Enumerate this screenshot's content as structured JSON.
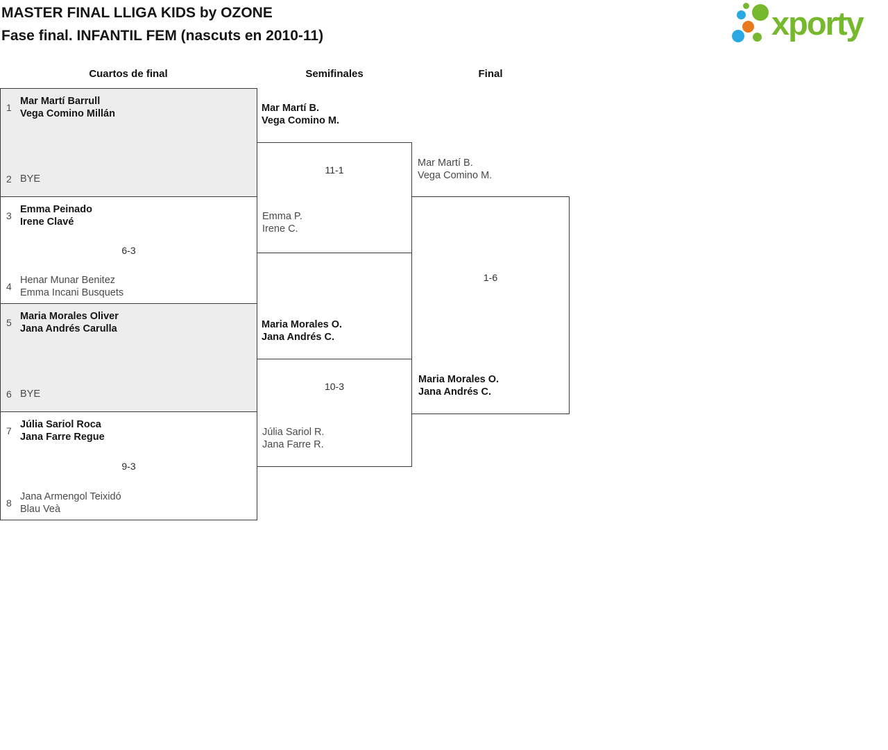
{
  "header": {
    "title_line1": "MASTER FINAL LLIGA KIDS by OZONE",
    "title_line2": "Fase final. INFANTIL FEM (nascuts en 2010-11)",
    "logo_text": "xporty",
    "colors": {
      "green": "#76b82e",
      "blue": "#29a9e1",
      "orange": "#e8791e"
    }
  },
  "rounds": {
    "quarterfinals_label": "Cuartos de final",
    "semifinals_label": "Semifinales",
    "final_label": "Final"
  },
  "bracket": {
    "qf": [
      {
        "seed_a": "1",
        "a1": "Mar Martí Barrull",
        "a2": "Vega Comino Millán",
        "score": "",
        "seed_b": "2",
        "b1": "BYE",
        "b2": ""
      },
      {
        "seed_a": "3",
        "a1": "Emma Peinado",
        "a2": "Irene Clavé",
        "score": "6-3",
        "seed_b": "4",
        "b1": "Henar Munar Benitez",
        "b2": "Emma Incani Busquets"
      },
      {
        "seed_a": "5",
        "a1": "Maria Morales Oliver",
        "a2": "Jana Andrés Carulla",
        "score": "",
        "seed_b": "6",
        "b1": "BYE",
        "b2": ""
      },
      {
        "seed_a": "7",
        "a1": "Júlia Sariol Roca",
        "a2": "Jana Farre Regue",
        "score": "9-3",
        "seed_b": "8",
        "b1": "Jana Armengol Teixidó",
        "b2": "Blau Veà"
      }
    ],
    "sf": [
      {
        "a1": "Mar Martí B.",
        "a2": "Vega Comino M.",
        "score": "11-1",
        "b1": "Emma P.",
        "b2": "Irene C."
      },
      {
        "a1": "Maria Morales O.",
        "a2": "Jana Andrés C.",
        "score": "10-3",
        "b1": "Júlia Sariol R.",
        "b2": "Jana Farre R."
      }
    ],
    "final": {
      "a1": "Mar Martí B.",
      "a2": "Vega Comino M.",
      "score": "1-6",
      "b1": "Maria Morales O.",
      "b2": "Jana Andrés C."
    }
  }
}
